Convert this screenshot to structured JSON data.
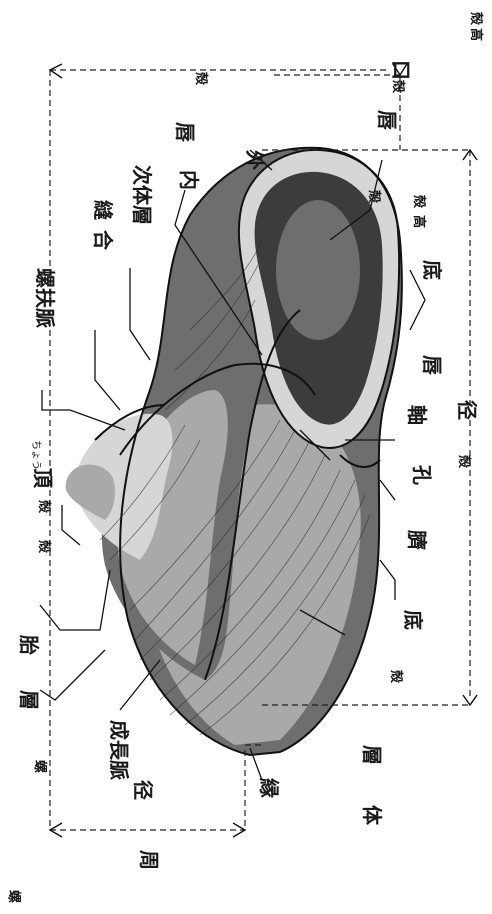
{
  "labels": {
    "rasen": "螺",
    "rasenfuku": "螺扶脈",
    "hou": "縫",
    "gou": "合",
    "jitaisou": "次体層",
    "chou_furigana": "ちょう",
    "chou": "頂",
    "kara1": "殻",
    "kara2": "殻",
    "tai": "胎",
    "sou": "層",
    "seichoumyaku": "成長脈",
    "en": "縁",
    "kei": "径",
    "shuu": "周",
    "tai_body": "体",
    "sou_body": "層",
    "kara_body": "殻",
    "tei": "底",
    "saku": "臍",
    "kou": "孔",
    "jiku": "軸",
    "shin": "唇",
    "tei2": "底",
    "kei2": "径",
    "gai": "外",
    "nai": "内",
    "kou_mouth": "口",
    "kara_mouth": "殻",
    "shin_top": "唇",
    "kara_right": "殻",
    "kou_right": "高",
    "kara_top_right": "殻",
    "kei_right": "径",
    "kara_corner": "殻",
    "kou_corner": "高"
  }
}
